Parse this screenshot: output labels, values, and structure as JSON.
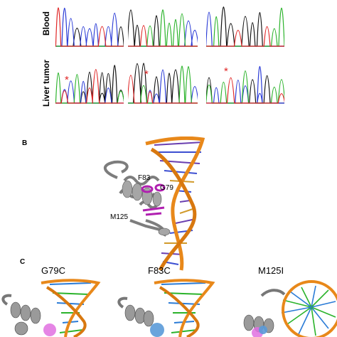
{
  "panel_a": {
    "row_labels": [
      "Blood",
      "Liver tumor"
    ],
    "marker": "*",
    "colors": {
      "A": "#2bb32b",
      "C": "#2a3bd6",
      "G": "#111111",
      "T": "#e02626",
      "marker": "#e02626"
    }
  },
  "panel_b": {
    "letter": "B",
    "residues": [
      "F83",
      "G79",
      "M125"
    ]
  },
  "panel_c": {
    "letter": "C",
    "variants": [
      "G79C",
      "F83C",
      "M125I"
    ]
  }
}
